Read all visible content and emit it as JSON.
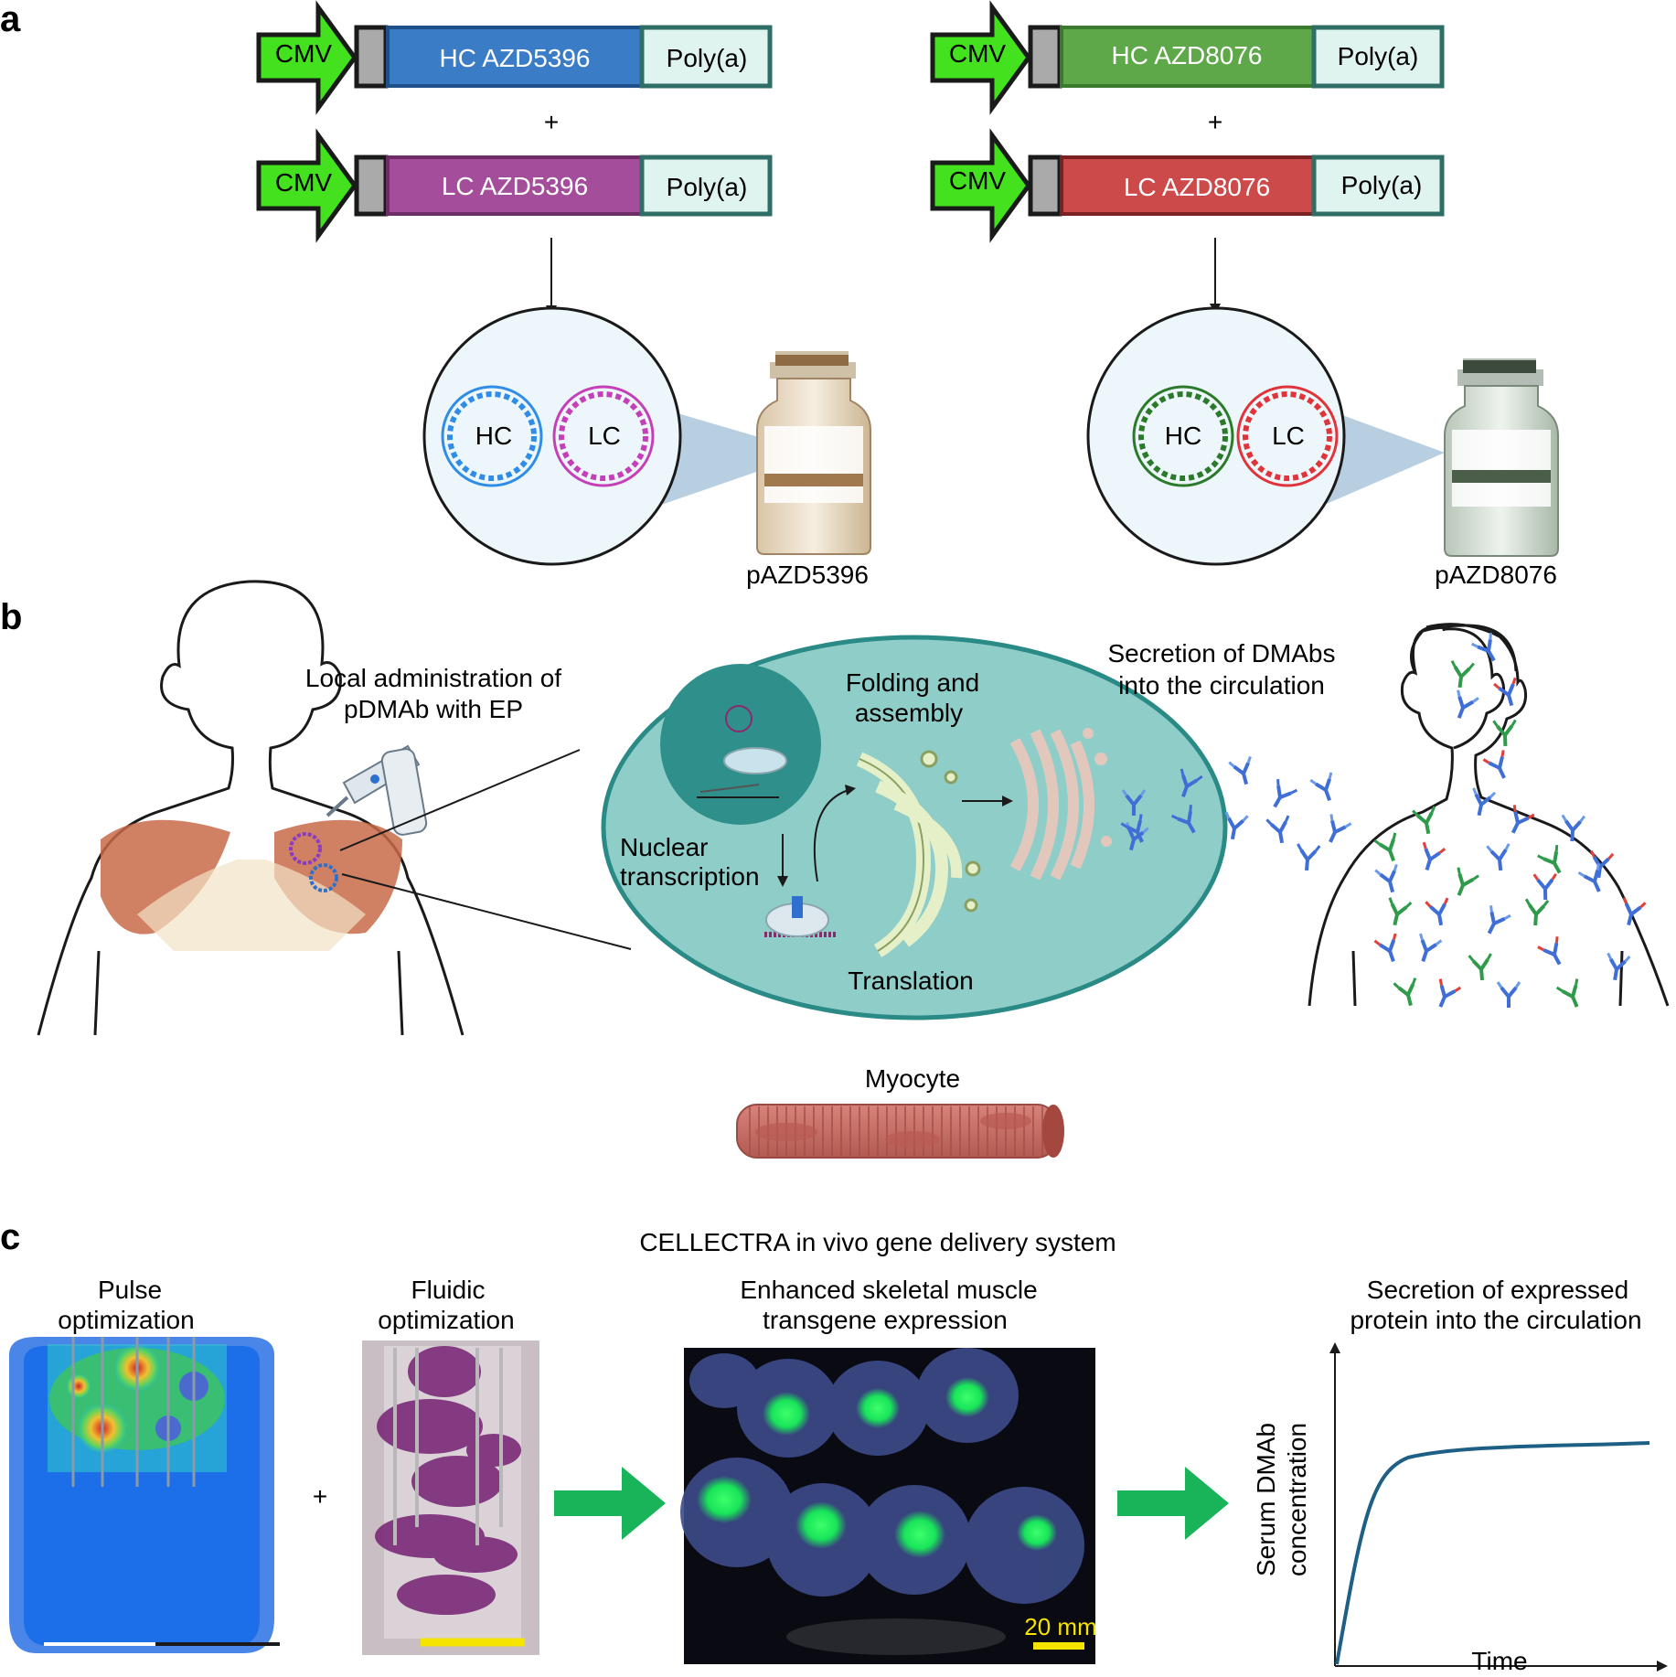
{
  "panel_a": {
    "letter": "a",
    "construct_left": {
      "hc": {
        "promoter": "CMV",
        "gene": "HC AZD5396",
        "polya": "Poly(a)",
        "color": "#3a7cc6"
      },
      "plus": "+",
      "lc": {
        "promoter": "CMV",
        "gene": "LC AZD5396",
        "polya": "Poly(a)",
        "color": "#a34d9b"
      },
      "circle_labels": [
        "HC",
        "LC"
      ],
      "vial_label": "pAZD5396",
      "vial_color": "#a07a4e"
    },
    "construct_right": {
      "hc": {
        "promoter": "CMV",
        "gene": "HC AZD8076",
        "polya": "Poly(a)",
        "color": "#5fa84a"
      },
      "plus": "+",
      "lc": {
        "promoter": "CMV",
        "gene": "LC AZD8076",
        "polya": "Poly(a)",
        "color": "#cc4a4a"
      },
      "circle_labels": [
        "HC",
        "LC"
      ],
      "vial_label": "pAZD8076",
      "vial_color": "#4a5e4a"
    }
  },
  "panel_b": {
    "letter": "b",
    "admin_label_1": "Local administration of",
    "admin_label_2": "pDMAb with EP",
    "folding_1": "Folding and",
    "folding_2": "assembly",
    "nuclear_1": "Nuclear",
    "nuclear_2": "transcription",
    "translation": "Translation",
    "secretion_1": "Secretion of DMAbs",
    "secretion_2": "into the circulation",
    "myocyte": "Myocyte"
  },
  "panel_c": {
    "letter": "c",
    "title": "CELLECTRA in vivo gene delivery system",
    "pulse_1": "Pulse",
    "pulse_2": "optimization",
    "plus": "+",
    "fluidic_1": "Fluidic",
    "fluidic_2": "optimization",
    "enhanced_1": "Enhanced skeletal muscle",
    "enhanced_2": "transgene expression",
    "scale_label": "20 mm",
    "secretion_1": "Secretion of expressed",
    "secretion_2": "protein into the circulation",
    "ylabel_1": "Serum DMAb",
    "ylabel_2": "concentration",
    "xlabel": "Time"
  }
}
